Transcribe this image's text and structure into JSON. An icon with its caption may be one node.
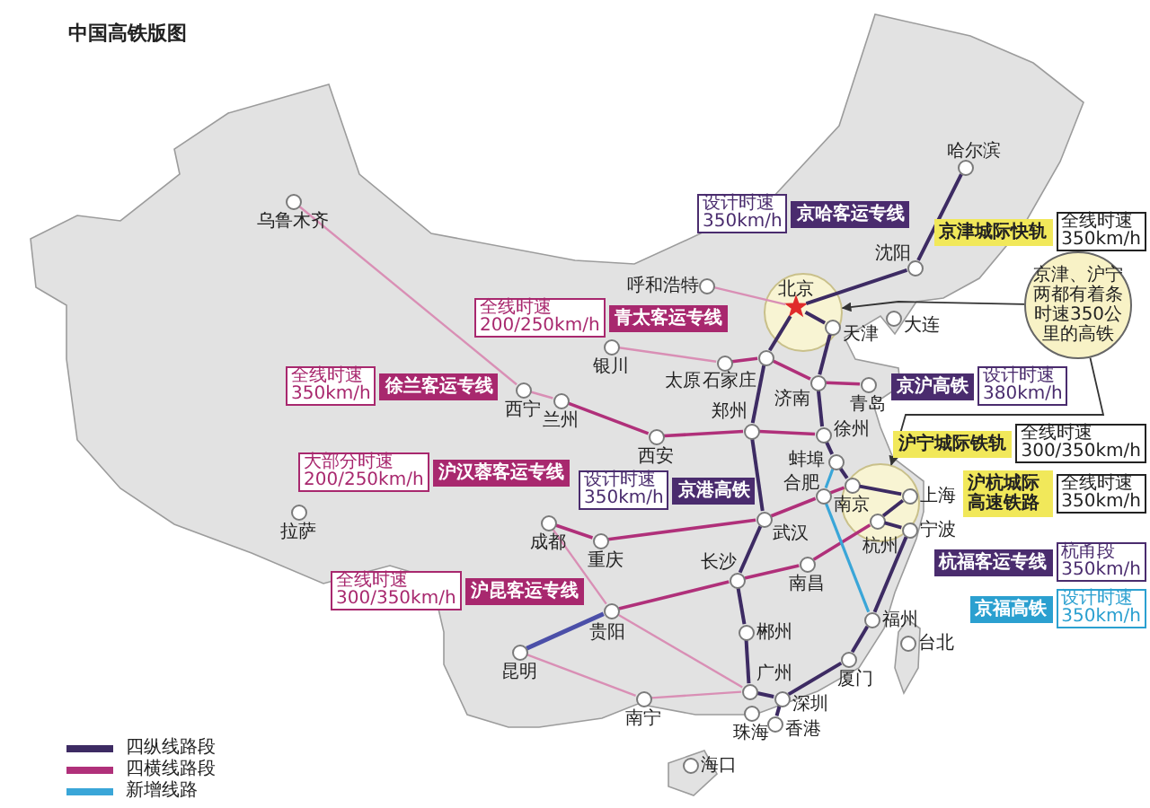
{
  "diagram": {
    "title": "中国高铁版图",
    "nodes": [
      {
        "text": [],
        "shape": "circle",
        "beside": [
          "乌鲁木齐"
        ]
      },
      {
        "text": [],
        "shape": "circle",
        "beside": [
          "哈尔滨"
        ]
      },
      {
        "text": [],
        "shape": "circle",
        "beside": [
          "沈阳"
        ]
      },
      {
        "text": [],
        "shape": "circle",
        "beside": [
          "呼和浩特"
        ]
      },
      {
        "text": [],
        "shape": "star",
        "beside": [
          "北京"
        ],
        "in": 66
      },
      {
        "text": [],
        "shape": "circle",
        "beside": [
          "大连"
        ]
      },
      {
        "text": [],
        "shape": "circle",
        "beside": [
          "天津"
        ],
        "in": 66
      },
      {
        "text": [],
        "shape": "circle",
        "beside": [
          "银川"
        ]
      },
      {
        "text": [],
        "shape": "circle",
        "beside": [
          "太原"
        ]
      },
      {
        "text": [],
        "shape": "circle",
        "beside": [
          "石家庄"
        ]
      },
      {
        "text": [],
        "shape": "circle",
        "beside": [
          "济南"
        ]
      },
      {
        "text": [],
        "shape": "circle",
        "beside": [
          "青岛"
        ]
      },
      {
        "text": [],
        "shape": "circle",
        "beside": [
          "西宁"
        ]
      },
      {
        "text": [],
        "shape": "circle",
        "beside": [
          "兰州"
        ]
      },
      {
        "text": [],
        "shape": "circle",
        "beside": [
          "郑州"
        ]
      },
      {
        "text": [],
        "shape": "circle",
        "beside": [
          "西安"
        ]
      },
      {
        "text": [],
        "shape": "circle",
        "beside": [
          "徐州"
        ]
      },
      {
        "text": [],
        "shape": "circle",
        "beside": [
          "蚌埠"
        ]
      },
      {
        "text": [],
        "shape": "circle",
        "beside": [
          "南京"
        ],
        "in": 67
      },
      {
        "text": [],
        "shape": "circle",
        "beside": [
          "合肥"
        ]
      },
      {
        "text": [],
        "shape": "circle",
        "beside": [
          "上海"
        ],
        "in": 67
      },
      {
        "text": [],
        "shape": "circle",
        "beside": [
          "武汉"
        ]
      },
      {
        "text": [],
        "shape": "circle",
        "beside": [
          "杭州"
        ],
        "in": 67
      },
      {
        "text": [],
        "shape": "circle",
        "beside": [
          "宁波"
        ],
        "in": 67
      },
      {
        "text": [],
        "shape": "circle",
        "beside": [
          "成都"
        ]
      },
      {
        "text": [],
        "shape": "circle",
        "beside": [
          "重庆"
        ]
      },
      {
        "text": [],
        "shape": "circle",
        "beside": [
          "拉萨"
        ]
      },
      {
        "text": [],
        "shape": "circle",
        "beside": [
          "长沙"
        ]
      },
      {
        "text": [],
        "shape": "circle",
        "beside": [
          "南昌"
        ]
      },
      {
        "text": [],
        "shape": "circle",
        "beside": [
          "贵阳"
        ]
      },
      {
        "text": [],
        "shape": "circle",
        "beside": [
          "郴州"
        ]
      },
      {
        "text": [],
        "shape": "circle",
        "beside": [
          "福州"
        ]
      },
      {
        "text": [],
        "shape": "circle",
        "beside": [
          "昆明"
        ]
      },
      {
        "text": [],
        "shape": "circle",
        "beside": [
          "厦门"
        ]
      },
      {
        "text": [],
        "shape": "circle",
        "beside": [
          "台北"
        ]
      },
      {
        "text": [],
        "shape": "circle",
        "beside": [
          "广州"
        ]
      },
      {
        "text": [],
        "shape": "circle",
        "beside": [
          "南宁"
        ]
      },
      {
        "text": [],
        "shape": "circle",
        "beside": [
          "深圳"
        ]
      },
      {
        "text": [],
        "shape": "circle",
        "beside": [
          "珠海"
        ]
      },
      {
        "text": [],
        "shape": "circle",
        "beside": [
          "香港"
        ]
      },
      {
        "text": [],
        "shape": "circle",
        "beside": [
          "海口"
        ]
      },
      {
        "text": [
          "京哈客运专线"
        ]
      },
      {
        "text": [
          "设计时速 350km/h"
        ]
      },
      {
        "text": [
          "青太客运专线"
        ]
      },
      {
        "text": [
          "全线时速 200/250km/h"
        ]
      },
      {
        "text": [
          "徐兰客运专线"
        ]
      },
      {
        "text": [
          "全线时速 350km/h"
        ]
      },
      {
        "text": [
          "京津城际快轨"
        ]
      },
      {
        "text": [
          "全线时速 350km/h"
        ]
      },
      {
        "text": [
          "京沪高铁"
        ]
      },
      {
        "text": [
          "设计时速 380km/h"
        ]
      },
      {
        "text": [
          "沪汉蓉客运专线"
        ]
      },
      {
        "text": [
          "大部分时速 200/250km/h"
        ]
      },
      {
        "text": [
          "京港高铁"
        ]
      },
      {
        "text": [
          "设计时速 350km/h"
        ]
      },
      {
        "text": [
          "沪宁城际铁轨"
        ]
      },
      {
        "text": [
          "全线时速 300/350km/h"
        ]
      },
      {
        "text": [
          "沪杭城际高速铁路"
        ]
      },
      {
        "text": [
          "全线时速 350km/h"
        ]
      },
      {
        "text": [
          "杭福客运专线"
        ]
      },
      {
        "text": [
          "杭甬段 350km/h"
        ]
      },
      {
        "text": [
          "沪昆客运专线"
        ]
      },
      {
        "text": [
          "全线时速 300/350km/h"
        ]
      },
      {
        "text": [
          "京福高铁"
        ]
      },
      {
        "text": [
          "设计时速 350km/h"
        ]
      },
      {
        "text": [
          "京津、沪宁两都有着条时速350公里的高铁"
        ]
      },
      {
        "text": [],
        "shape": "circle"
      },
      {
        "text": [],
        "shape": "circle"
      }
    ],
    "edges": [
      {
        "from": 4,
        "to": 2,
        "arrow": "none"
      },
      {
        "from": 2,
        "to": 1,
        "arrow": "none"
      },
      {
        "from": 4,
        "to": 6,
        "arrow": "none"
      },
      {
        "from": 6,
        "to": 10,
        "arrow": "none"
      },
      {
        "from": 10,
        "to": 16,
        "arrow": "none"
      },
      {
        "from": 16,
        "to": 17,
        "arrow": "none"
      },
      {
        "from": 17,
        "to": 18,
        "arrow": "none"
      },
      {
        "from": 18,
        "to": 20,
        "arrow": "none"
      },
      {
        "from": 4,
        "to": 9,
        "arrow": "none"
      },
      {
        "from": 9,
        "to": 14,
        "arrow": "none"
      },
      {
        "from": 14,
        "to": 21,
        "arrow": "none"
      },
      {
        "from": 21,
        "to": 27,
        "arrow": "none"
      },
      {
        "from": 27,
        "to": 30,
        "arrow": "none"
      },
      {
        "from": 30,
        "to": 35,
        "arrow": "none"
      },
      {
        "from": 35,
        "to": 37,
        "arrow": "none"
      },
      {
        "from": 37,
        "to": 39,
        "arrow": "none"
      },
      {
        "from": 20,
        "to": 22,
        "arrow": "none"
      },
      {
        "from": 22,
        "to": 23,
        "arrow": "none"
      },
      {
        "from": 23,
        "to": 31,
        "arrow": "none"
      },
      {
        "from": 31,
        "to": 33,
        "arrow": "none"
      },
      {
        "from": 33,
        "to": 37,
        "arrow": "none"
      },
      {
        "from": 13,
        "to": 15,
        "arrow": "none",
        "color": "#b0307a"
      },
      {
        "from": 15,
        "to": 14,
        "arrow": "none",
        "color": "#b0307a"
      },
      {
        "from": 14,
        "to": 16,
        "arrow": "none",
        "color": "#b0307a"
      },
      {
        "from": 11,
        "to": 10,
        "arrow": "none",
        "color": "#b0307a"
      },
      {
        "from": 10,
        "to": 9,
        "arrow": "none",
        "color": "#b0307a"
      },
      {
        "from": 9,
        "to": 8,
        "arrow": "none",
        "color": "#b0307a"
      },
      {
        "from": 18,
        "to": 19,
        "arrow": "none",
        "color": "#b0307a"
      },
      {
        "from": 19,
        "to": 21,
        "arrow": "none",
        "color": "#b0307a"
      },
      {
        "from": 21,
        "to": 25,
        "arrow": "none",
        "color": "#b0307a"
      },
      {
        "from": 25,
        "to": 24,
        "arrow": "none",
        "color": "#b0307a"
      },
      {
        "from": 22,
        "to": 28,
        "arrow": "none",
        "color": "#b0307a"
      },
      {
        "from": 28,
        "to": 27,
        "arrow": "none",
        "color": "#b0307a"
      },
      {
        "from": 27,
        "to": 29,
        "arrow": "none",
        "color": "#b0307a"
      },
      {
        "from": 29,
        "to": 32,
        "arrow": "none",
        "color": "#4b4fa8"
      },
      {
        "from": 0,
        "to": 12,
        "arrow": "none",
        "color": "#d98fb5"
      },
      {
        "from": 12,
        "to": 13,
        "arrow": "none",
        "color": "#d98fb5"
      },
      {
        "from": 3,
        "to": 4,
        "arrow": "none",
        "color": "#d98fb5"
      },
      {
        "from": 8,
        "to": 7,
        "arrow": "none",
        "color": "#d98fb5"
      },
      {
        "from": 24,
        "to": 29,
        "arrow": "none",
        "color": "#d98fb5"
      },
      {
        "from": 29,
        "to": 35,
        "arrow": "none",
        "color": "#d98fb5"
      },
      {
        "from": 32,
        "to": 36,
        "arrow": "none",
        "color": "#d98fb5"
      },
      {
        "from": 36,
        "to": 35,
        "arrow": "none",
        "color": "#d98fb5"
      },
      {
        "from": 17,
        "to": 19,
        "arrow": "none",
        "color": "#3aa6d8"
      },
      {
        "from": 19,
        "to": 31,
        "arrow": "none",
        "color": "#3aa6d8"
      },
      {
        "from": 65,
        "to": 66,
        "arrow": "to",
        "color": "#333333"
      },
      {
        "from": 65,
        "to": 67,
        "arrow": "to",
        "color": "#333333"
      }
    ],
    "legend": [
      {
        "text": "四纵线路段",
        "color": "#3d2b63"
      },
      {
        "text": "四横线路段",
        "color": "#b0307a"
      },
      {
        "text": "新增线路",
        "color": "#3aa6d8"
      }
    ]
  }
}
